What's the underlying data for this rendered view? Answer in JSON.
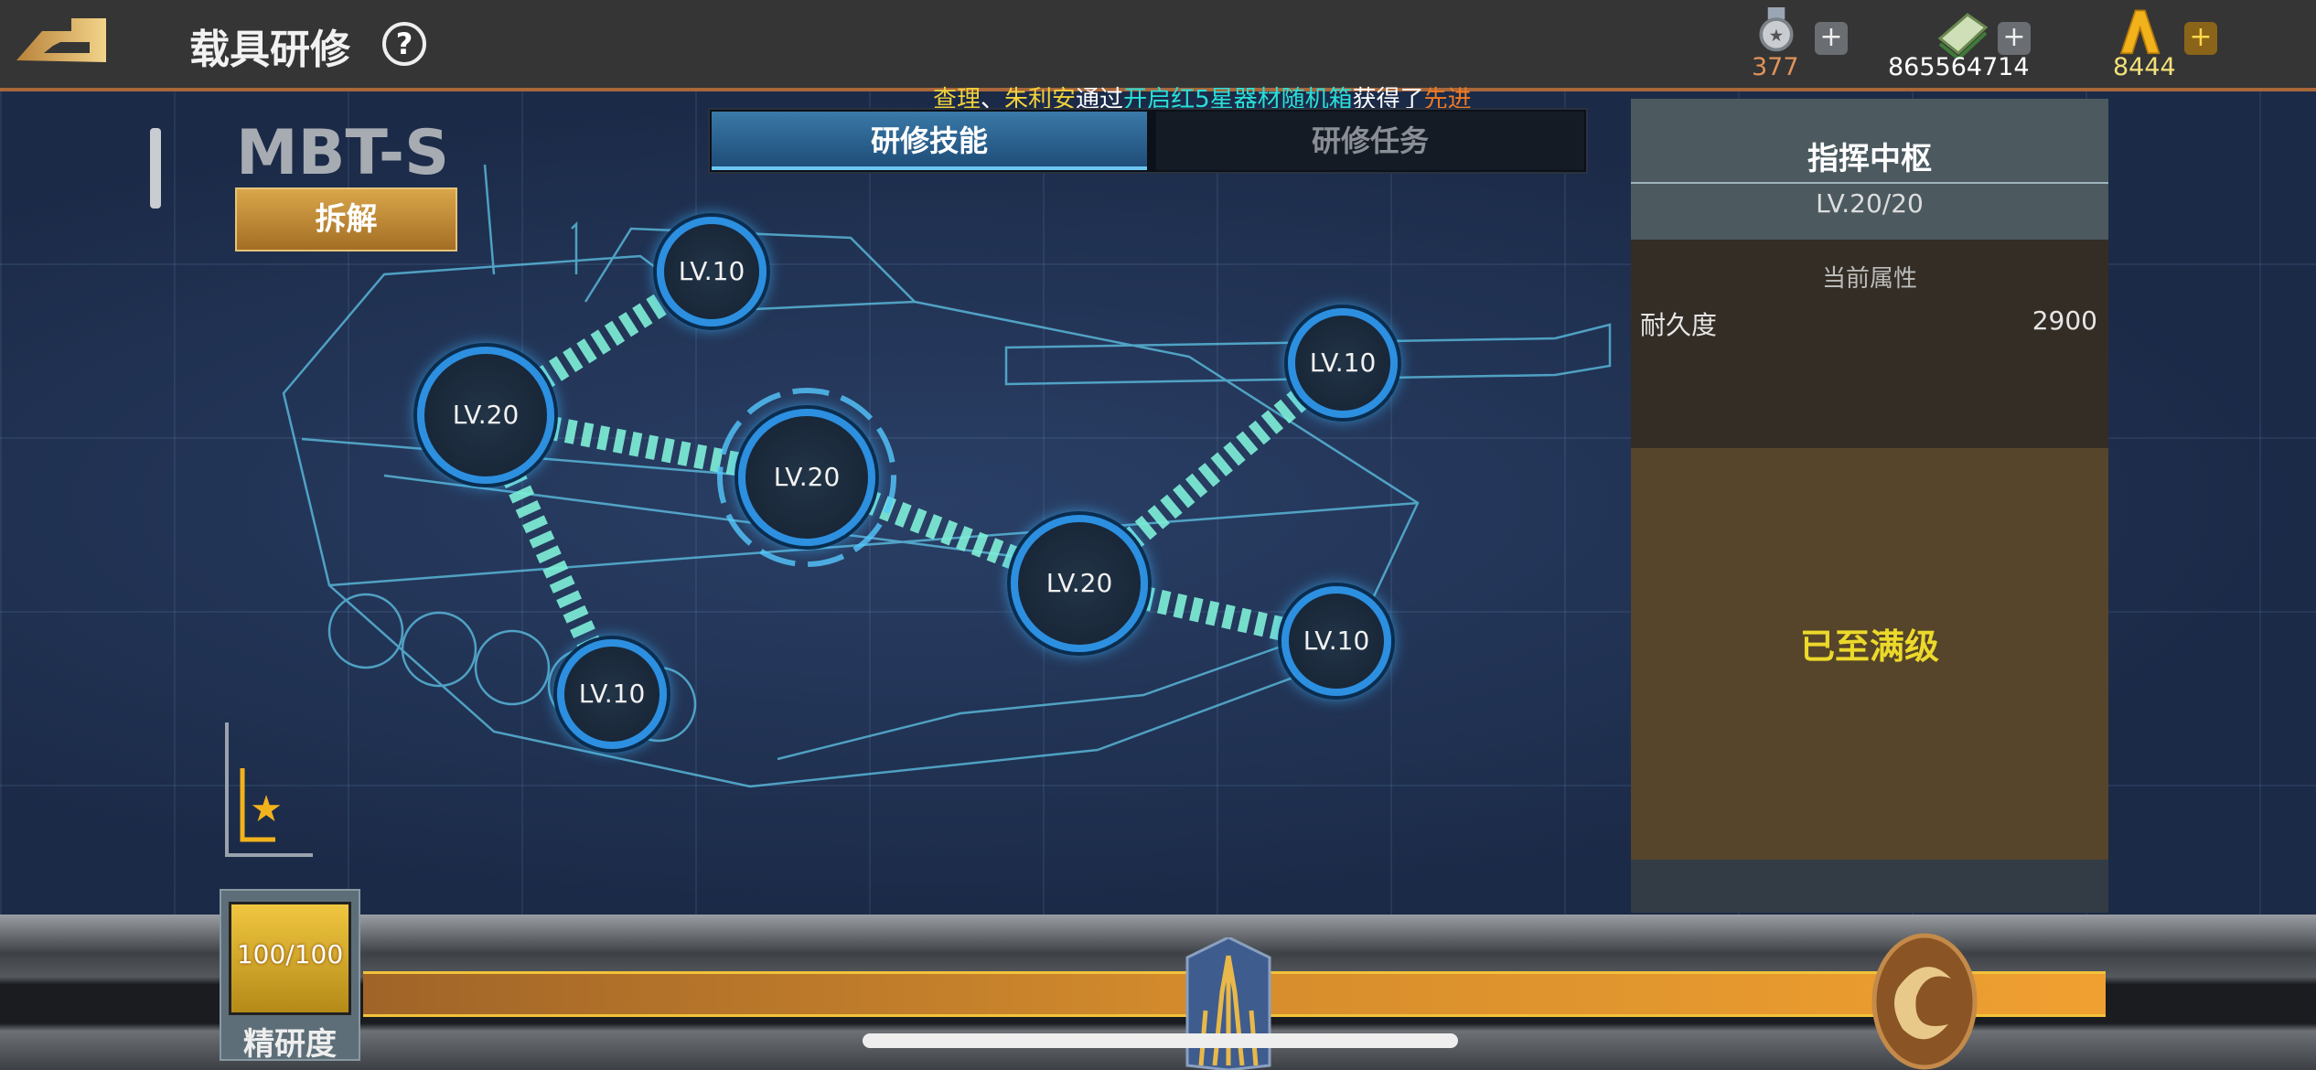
{
  "header": {
    "title": "载具研修",
    "help_icon": "question-circle-icon"
  },
  "currencies": [
    {
      "name": "medal",
      "icon": "medal-icon",
      "value": "377",
      "color": "#e0935a",
      "plus": "+"
    },
    {
      "name": "cash",
      "icon": "cash-stack-icon",
      "value": "865564714",
      "color": "#ffffff",
      "plus": "+"
    },
    {
      "name": "gold",
      "icon": "gold-bar-icon",
      "value": "8444",
      "color": "#f2e07a",
      "plus": "+"
    }
  ],
  "ticker": {
    "p1": "查理",
    "sep": "、",
    "p2": "朱利安",
    "t1": "通过",
    "box": "开启红5星器材随机箱",
    "t2": "获得了",
    "item": "先进"
  },
  "tabs": [
    {
      "label": "研修技能",
      "active": true
    },
    {
      "label": "研修任务",
      "active": false
    }
  ],
  "vehicle": {
    "model": "MBT-S",
    "dismantle_label": "拆解"
  },
  "nodes": [
    {
      "label": "LV.10"
    },
    {
      "label": "LV.20"
    },
    {
      "label": "LV.20"
    },
    {
      "label": "LV.10"
    },
    {
      "label": "LV.20"
    },
    {
      "label": "LV.10"
    },
    {
      "label": "LV.10"
    }
  ],
  "panel": {
    "title": "指挥中枢",
    "level": "LV.20/20",
    "attr_header": "当前属性",
    "attr_name": "耐久度",
    "attr_value": "2900",
    "status": "已至满级"
  },
  "precision": {
    "value": "100/100",
    "label": "精研度",
    "progress": 1.0
  }
}
